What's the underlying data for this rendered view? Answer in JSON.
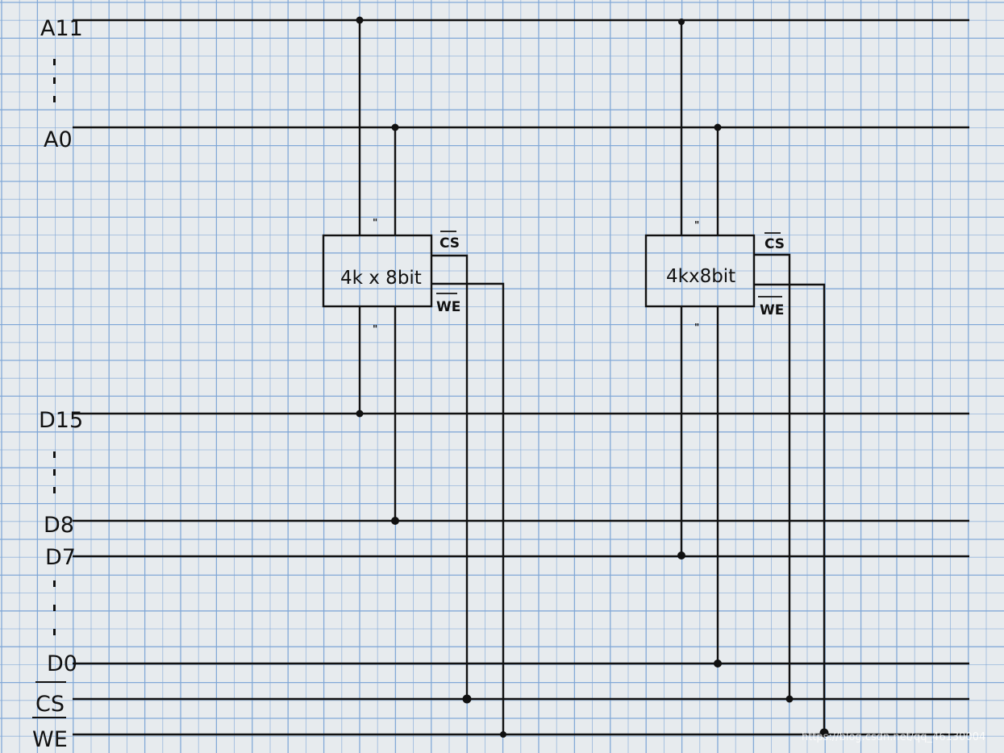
{
  "signals": {
    "a11": "A11",
    "a0": "A0",
    "d15": "D15",
    "d8": "D8",
    "d7": "D7",
    "d0": "D0",
    "cs_bar": "CS",
    "we_bar": "WE"
  },
  "chips": [
    {
      "label": "4k x 8bit",
      "cs_pin": "CS",
      "we_pin": "WE",
      "top_mark": "\"",
      "bottom_mark": "\""
    },
    {
      "label": "4kx8bit",
      "cs_pin": "CS",
      "we_pin": "WE",
      "top_mark": "\"",
      "bottom_mark": "\""
    }
  ],
  "watermark": "https://blog.csdn.net/qq_46130004",
  "colors": {
    "grid": "#7ea6d6",
    "paper": "#e7ebee",
    "ink": "#111111"
  }
}
